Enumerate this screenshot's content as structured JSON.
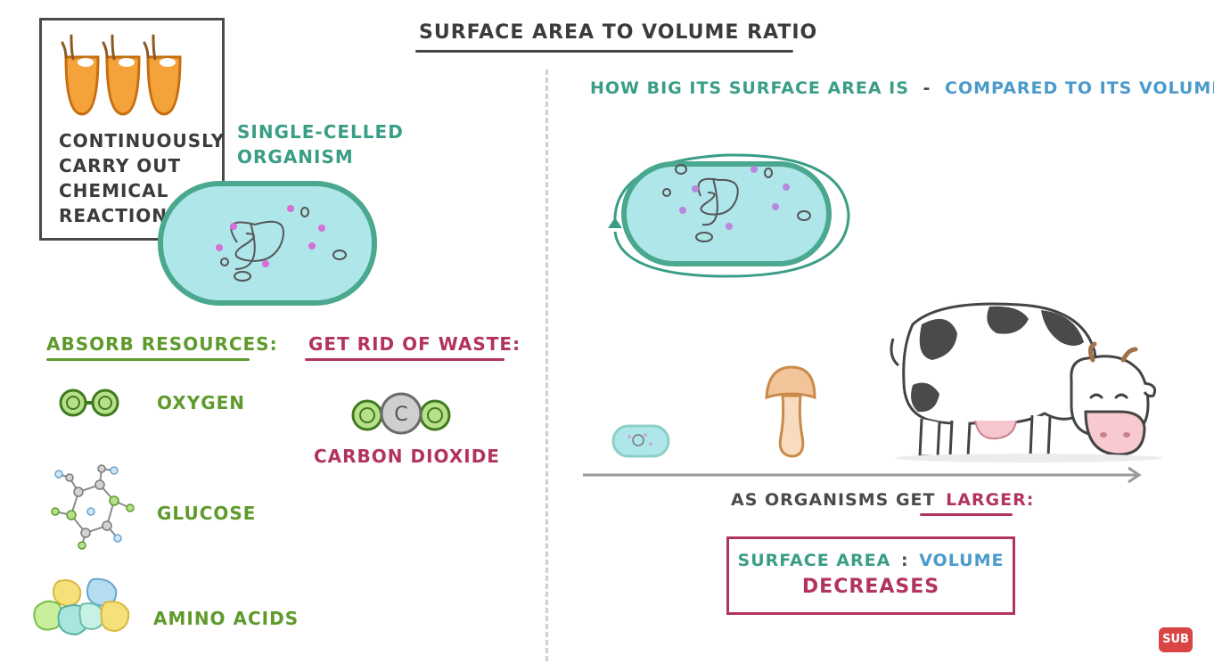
{
  "title": "SURFACE AREA TO VOLUME RATIO",
  "left_panel": {
    "box_text": [
      "CONTINUOUSLY",
      "CARRY OUT",
      "CHEMICAL",
      "REACTIONS"
    ],
    "organism_label": [
      "SINGLE-CELLED",
      "ORGANISM"
    ],
    "absorb_heading": "ABSORB RESOURCES:",
    "waste_heading": "GET RID OF WASTE:",
    "resources": [
      "OXYGEN",
      "GLUCOSE",
      "AMINO ACIDS"
    ],
    "waste": [
      "CARBON DIOXIDE"
    ],
    "carbon_symbol": "C"
  },
  "right_panel": {
    "heading_part1": "HOW BIG ITS SURFACE AREA IS",
    "heading_dash": "-",
    "heading_part2": "COMPARED TO ITS VOLUME",
    "scale_text_prefix": "AS ORGANISMS GET",
    "scale_text_emph": "LARGER:",
    "result_part1": "SURFACE AREA",
    "result_colon": ":",
    "result_part2": "VOLUME",
    "result_verdict": "DECREASES"
  },
  "badge": "SUB",
  "colors": {
    "teal": "#3a9d86",
    "blue": "#4a9acb",
    "green": "#5e9a2c",
    "crimson": "#b2345e",
    "cell_fill": "#aee6ea",
    "cell_border": "#4aa88e"
  }
}
